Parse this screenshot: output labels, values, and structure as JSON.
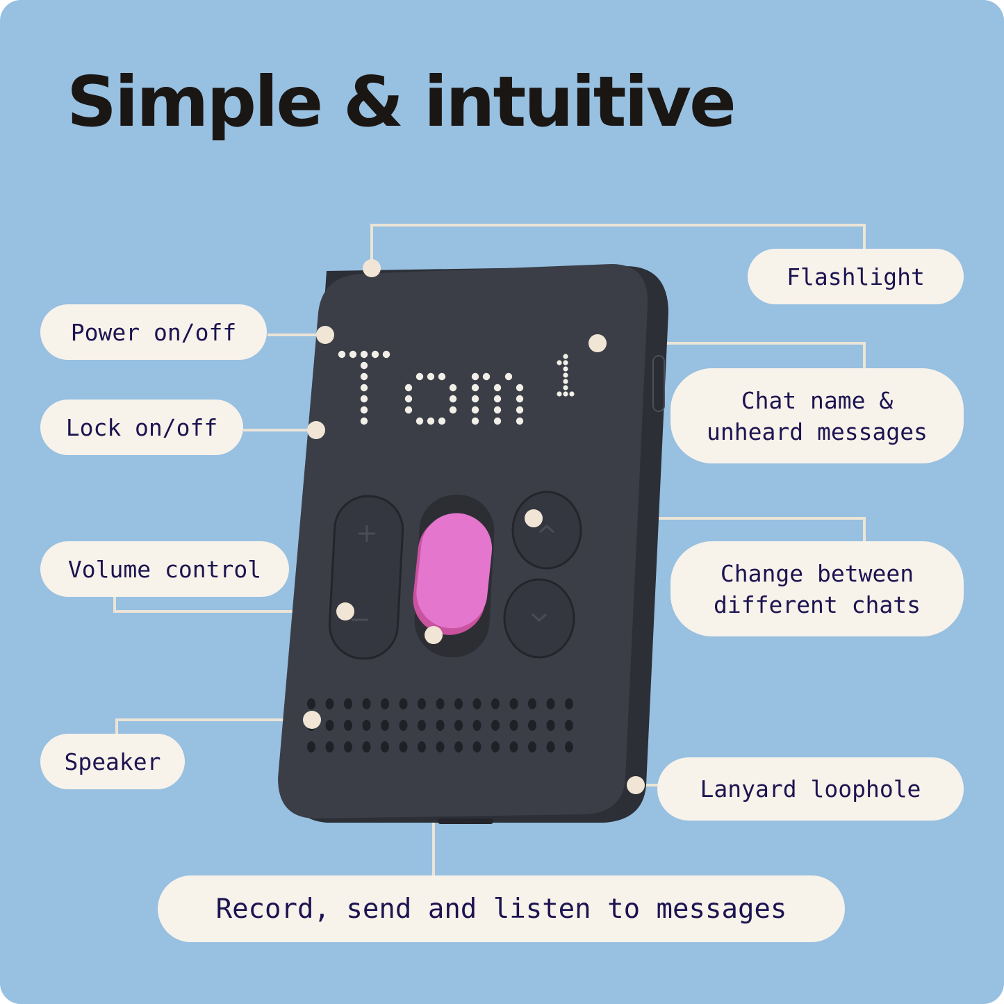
{
  "title": "Simple & intuitive",
  "device": {
    "screen_name": "Tom",
    "unheard_count": "1"
  },
  "labels": {
    "flashlight": "Flashlight",
    "power": "Power on/off",
    "lock": "Lock on/off",
    "chat_name_line1": "Chat name &",
    "chat_name_line2": "unheard messages",
    "volume": "Volume control",
    "change_line1": "Change between",
    "change_line2": "different chats",
    "speaker": "Speaker",
    "lanyard": "Lanyard loophole",
    "record": "Record, send and listen to messages"
  },
  "colors": {
    "background": "#97c0e1",
    "device_body": "#3b3e47",
    "record_button": "#e476cd",
    "pill_fill": "#f7f2ea",
    "pill_text": "#1c1450",
    "leader_lines": "#ece4d6"
  }
}
